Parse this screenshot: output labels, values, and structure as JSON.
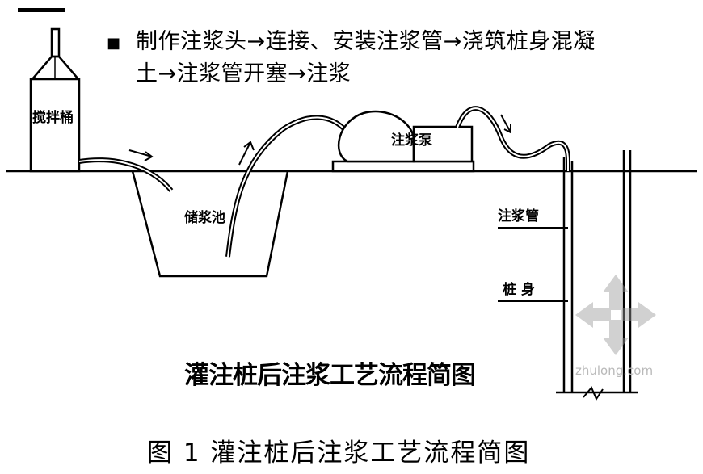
{
  "flow": {
    "bullet": "■",
    "line1": "制作注浆头→连接、安装注浆管→浇筑桩身混凝",
    "line2": "土→注浆管开塞→注浆"
  },
  "labels": {
    "mixer": "搅拌桶",
    "pool": "储浆池",
    "pump": "注浆泵",
    "grout_pipe": "注浆管",
    "pile": "桩 身"
  },
  "inner_title": "灌注桩后注浆工艺流程简图",
  "caption": "图 1 灌注桩后注浆工艺流程简图",
  "watermark": "zhulong.com",
  "colors": {
    "line": "#000000",
    "watermark": "#bdbdbd"
  }
}
